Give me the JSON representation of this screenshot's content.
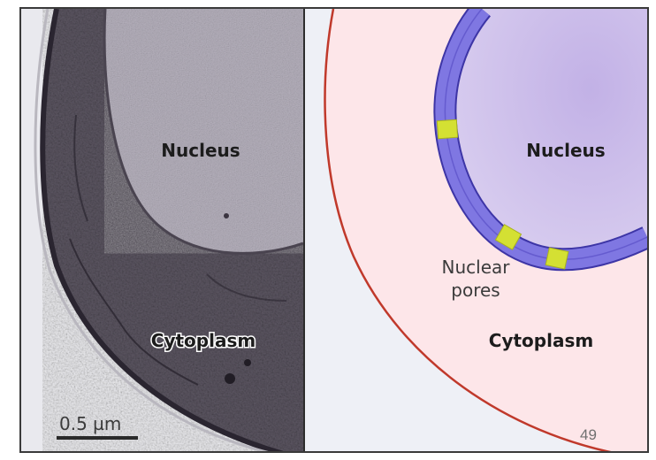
{
  "micrograph": {
    "nucleus_label": "Nucleus",
    "cytoplasm_label": "Cytoplasm",
    "scale_bar_label": "0.5 µm"
  },
  "illustration": {
    "nucleus_label": "Nucleus",
    "nuclear_pores_label_line1": "Nuclear",
    "nuclear_pores_label_line2": "pores",
    "cytoplasm_label": "Cytoplasm"
  },
  "page_number": "49",
  "colors": {
    "cell_membrane": "#c0392b",
    "cytoplasm_fill": "#fde6e9",
    "nucleus_fill": "#c9b8e8",
    "nuclear_envelope": "#6b60d6",
    "nuclear_pore": "#d4e033"
  }
}
